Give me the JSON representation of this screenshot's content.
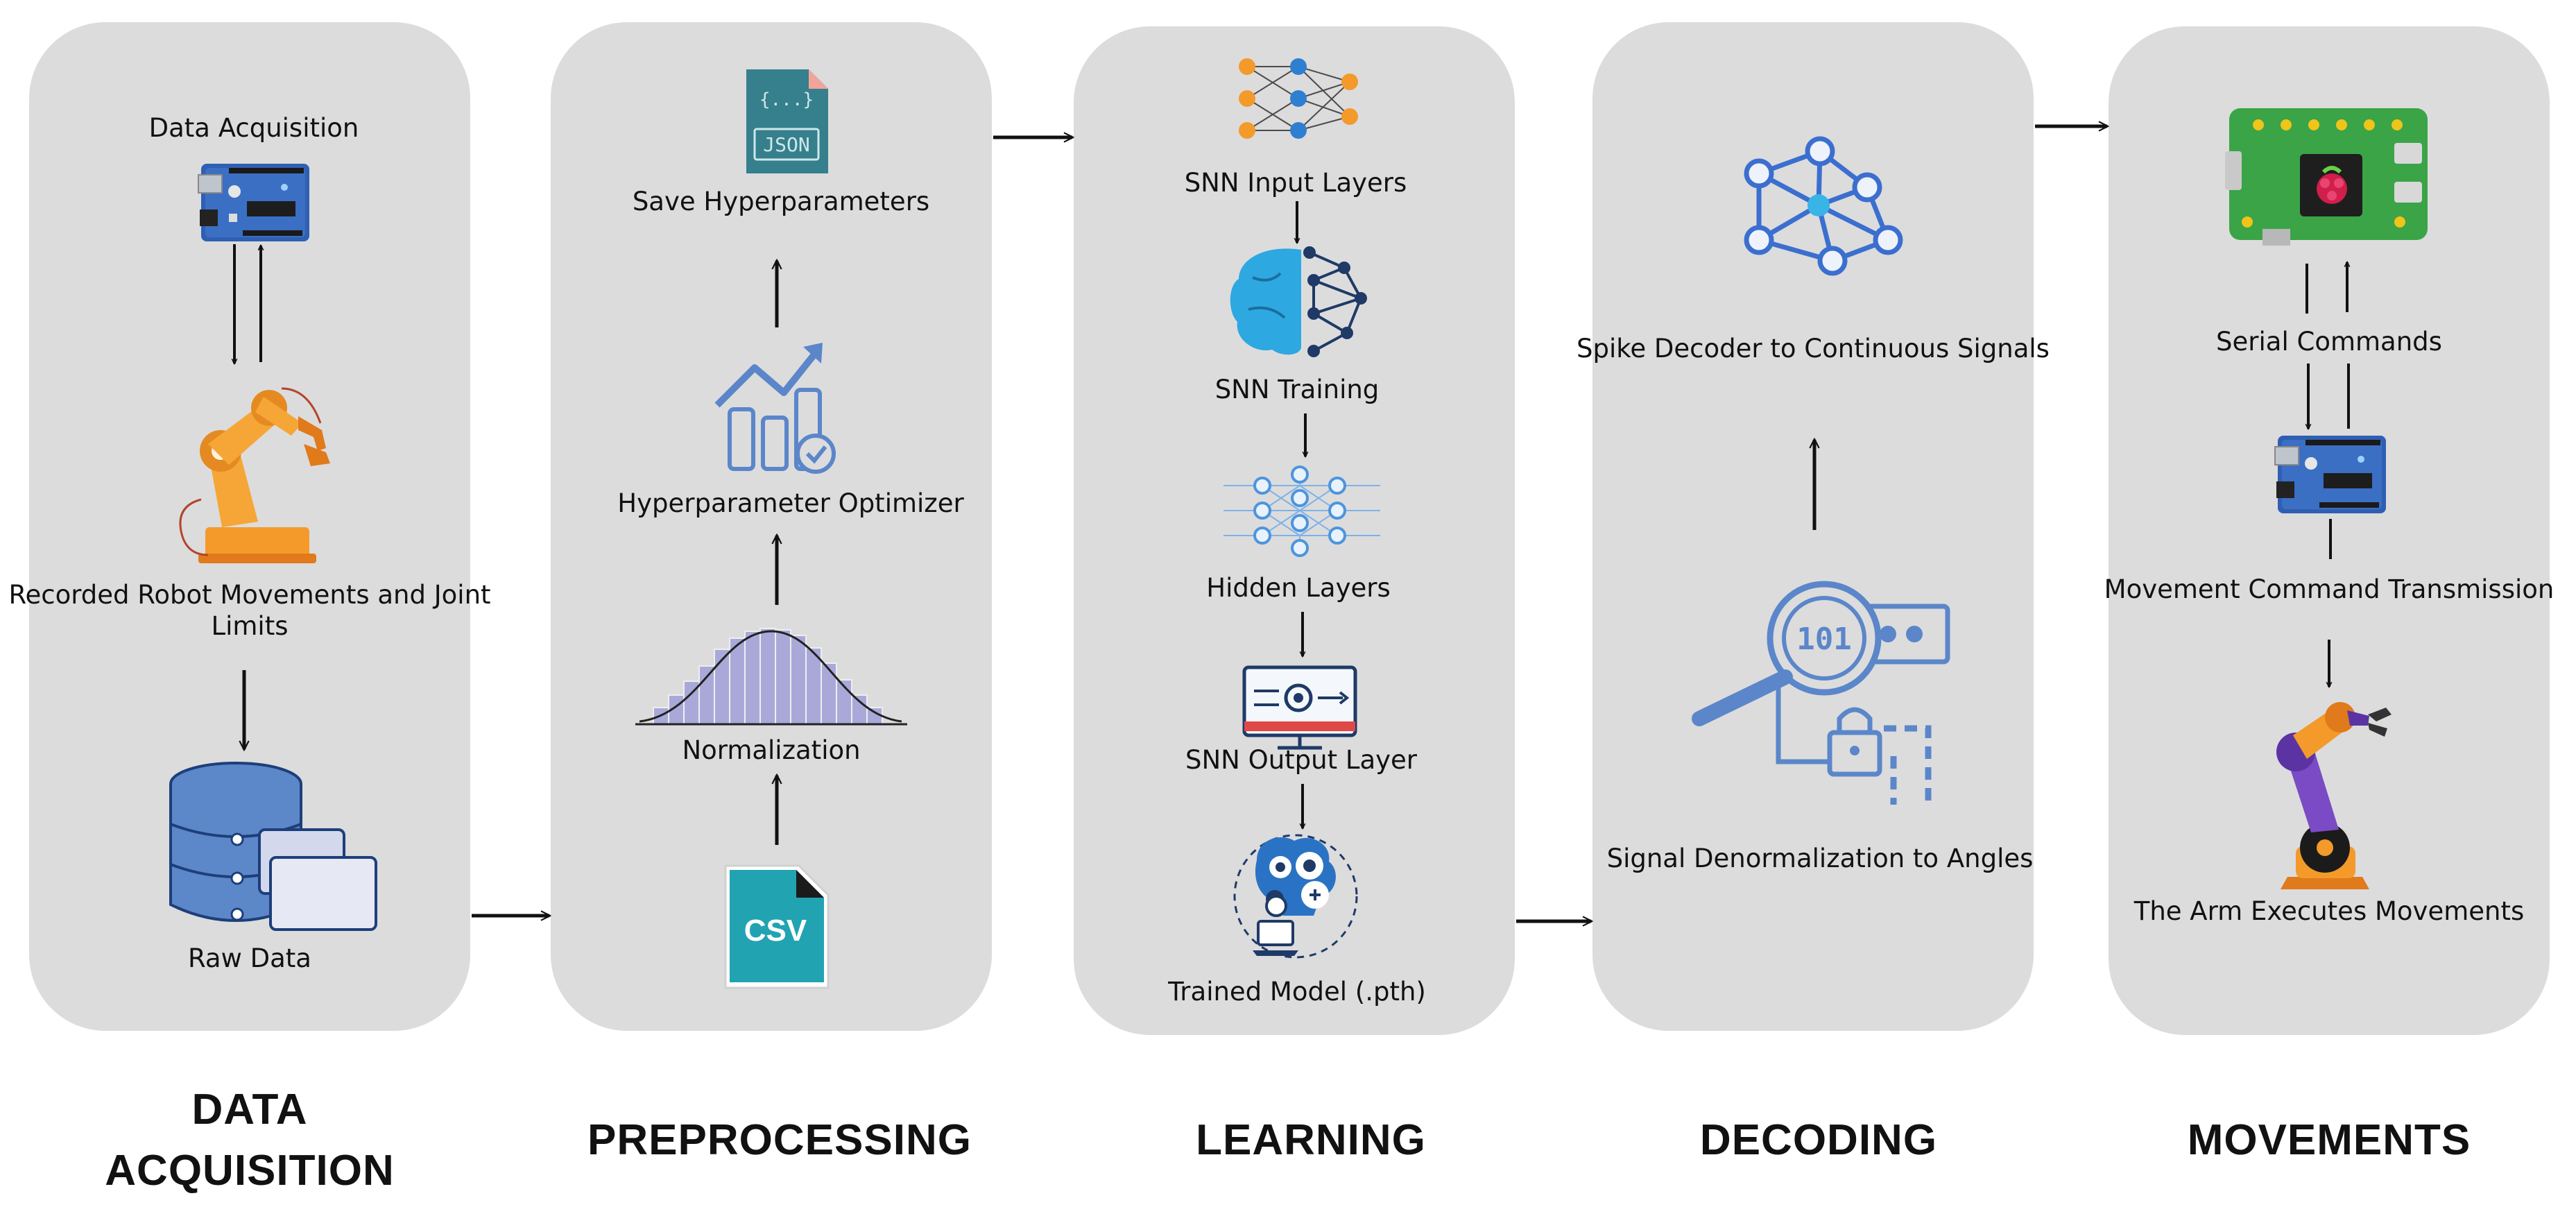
{
  "stages": [
    {
      "title_lines": [
        "DATA",
        "ACQUISITION"
      ],
      "items": {
        "data_acquisition": "Data Acquisition",
        "recorded_lines": [
          "Recorded Robot  Movements and Joint",
          "Limits"
        ],
        "raw_data": "Raw Data"
      }
    },
    {
      "title_lines": [
        "PREPROCESSING"
      ],
      "items": {
        "save_hyperparameters": "Save Hyperparameters",
        "hyperparameter_optimizer": "Hyperparameter Optimizer",
        "normalization": "Normalization",
        "json_tag": "JSON",
        "json_braces": "{...}",
        "csv_tag": "CSV"
      }
    },
    {
      "title_lines": [
        "LEARNING"
      ],
      "items": {
        "snn_input_layers": "SNN Input Layers",
        "snn_training": "SNN Training",
        "hidden_layers": "Hidden Layers",
        "snn_output_layer": "SNN Output Layer",
        "trained_model": "Trained Model (.pth)"
      }
    },
    {
      "title_lines": [
        "DECODING"
      ],
      "items": {
        "spike_decoder": "Spike Decoder to Continuous Signals",
        "signal_denormalization": "Signal Denormalization to Angles",
        "binary_tag": "101"
      }
    },
    {
      "title_lines": [
        "MOVEMENTS"
      ],
      "items": {
        "serial_commands": "Serial Commands",
        "movement_command": "Movement Command Transmission",
        "arm_executes": "The Arm Executes Movements"
      }
    }
  ],
  "colors": {
    "panel": "#dcdcdd",
    "accent_blue": "#5b86c9",
    "accent_orange": "#f39a2b",
    "teal": "#1f9aa6",
    "pcb_green": "#3aa447"
  }
}
